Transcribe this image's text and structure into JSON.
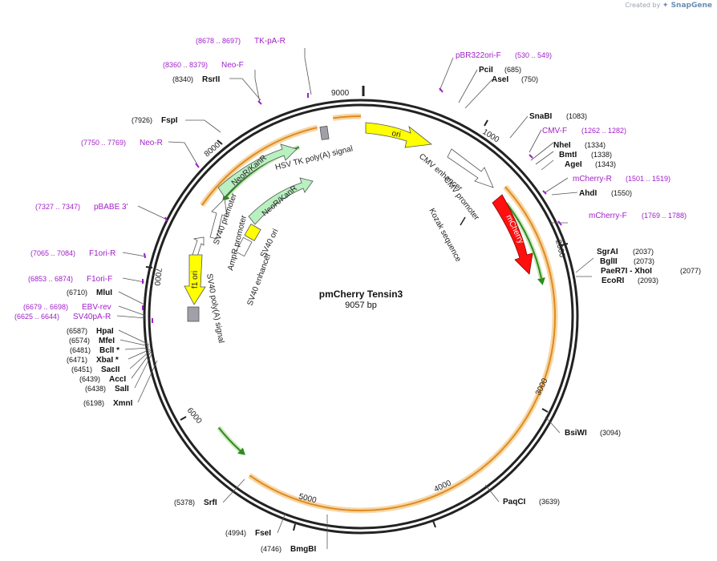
{
  "credit": {
    "prefix": "Created by",
    "brand": "SnapGene"
  },
  "plasmid": {
    "name": "pmCherry Tensin3",
    "length_label": "9057 bp",
    "total_bp": 9057
  },
  "colors": {
    "primer": "#a020c8",
    "site": "#000000",
    "backbone_orange": "#e08a1e",
    "orf_green": "#2e8b1e"
  },
  "ticks": [
    "1000",
    "2000",
    "3000",
    "4000",
    "5000",
    "6000",
    "7000",
    "8000",
    "9000"
  ],
  "features": [
    {
      "id": "ori",
      "label": "ori",
      "color": "#ffff00",
      "shape": "arrow"
    },
    {
      "id": "cmv-enhancer",
      "label": "CMV enhancer",
      "color": "#ffffff",
      "shape": "arrow"
    },
    {
      "id": "cmv-promoter",
      "label": "CMV promoter",
      "color": "#ffffff",
      "shape": "arrow"
    },
    {
      "id": "kozak",
      "label": "Kozak sequence",
      "color": "#000000",
      "shape": "line"
    },
    {
      "id": "mcherry",
      "label": "mCherry",
      "color": "#ff0000",
      "shape": "arrow"
    },
    {
      "id": "hsv-tk-polya",
      "label": "HSV TK poly(A) signal",
      "color": "#a0a0a8",
      "shape": "box"
    },
    {
      "id": "neokan-1",
      "label": "NeoR/KanR",
      "color": "#b8f0c0",
      "shape": "arrow"
    },
    {
      "id": "neokan-2",
      "label": "NeoR/KanR",
      "color": "#b8f0c0",
      "shape": "arrow"
    },
    {
      "id": "sv40-ori",
      "label": "SV40 ori",
      "color": "#ffff00",
      "shape": "box"
    },
    {
      "id": "sv40-enhancer",
      "label": "SV40 enhancer",
      "color": "#ffffff",
      "shape": "box"
    },
    {
      "id": "sv40-promoter",
      "label": "SV40 promoter",
      "color": "#ffffff",
      "shape": "arrow"
    },
    {
      "id": "ampr-promoter",
      "label": "AmpR promoter",
      "color": "#ffffff",
      "shape": "arrow"
    },
    {
      "id": "f1-ori",
      "label": "f1 ori",
      "color": "#ffff00",
      "shape": "arrow"
    },
    {
      "id": "sv40-polya",
      "label": "SV40 poly(A) signal",
      "color": "#a0a0a8",
      "shape": "box"
    }
  ],
  "sites": [
    {
      "name": "PciI",
      "pos": "(685)"
    },
    {
      "name": "AseI",
      "pos": "(750)"
    },
    {
      "name": "SnaBI",
      "pos": "(1083)"
    },
    {
      "name": "NheI",
      "pos": "(1334)"
    },
    {
      "name": "BmtI",
      "pos": "(1338)"
    },
    {
      "name": "AgeI",
      "pos": "(1343)"
    },
    {
      "name": "AhdI",
      "pos": "(1550)"
    },
    {
      "name": "SgrAI",
      "pos": "(2037)"
    },
    {
      "name": "BglII",
      "pos": "(2073)"
    },
    {
      "name": "PaeR7I - XhoI",
      "pos": "(2077)"
    },
    {
      "name": "EcoRI",
      "pos": "(2093)"
    },
    {
      "name": "BsiWI",
      "pos": "(3094)"
    },
    {
      "name": "PaqCI",
      "pos": "(3639)"
    },
    {
      "name": "SrfI",
      "pos": "(5378)"
    },
    {
      "name": "FseI",
      "pos": "(4994)"
    },
    {
      "name": "BmgBI",
      "pos": "(4746)"
    },
    {
      "name": "XmnI",
      "pos": "(6198)"
    },
    {
      "name": "SalI",
      "pos": "(6438)"
    },
    {
      "name": "AccI",
      "pos": "(6439)"
    },
    {
      "name": "SacII",
      "pos": "(6451)"
    },
    {
      "name": "XbaI *",
      "pos": "(6471)"
    },
    {
      "name": "BclI *",
      "pos": "(6481)"
    },
    {
      "name": "MfeI",
      "pos": "(6574)"
    },
    {
      "name": "HpaI",
      "pos": "(6587)"
    },
    {
      "name": "MluI",
      "pos": "(6710)"
    },
    {
      "name": "FspI",
      "pos": "(7926)"
    },
    {
      "name": "RsrII",
      "pos": "(8340)"
    }
  ],
  "primers": [
    {
      "name": "TK-pA-R",
      "range": "(8678 .. 8697)"
    },
    {
      "name": "Neo-F",
      "range": "(8360 .. 8379)"
    },
    {
      "name": "pBR322ori-F",
      "range": "(530 .. 549)"
    },
    {
      "name": "CMV-F",
      "range": "(1262 .. 1282)"
    },
    {
      "name": "mCherry-R",
      "range": "(1501 .. 1519)"
    },
    {
      "name": "mCherry-F",
      "range": "(1769 .. 1788)"
    },
    {
      "name": "Neo-R",
      "range": "(7750 .. 7769)"
    },
    {
      "name": "pBABE 3'",
      "range": "(7327 .. 7347)"
    },
    {
      "name": "F1ori-R",
      "range": "(7065 .. 7084)"
    },
    {
      "name": "F1ori-F",
      "range": "(6853 .. 6874)"
    },
    {
      "name": "EBV-rev",
      "range": "(6679 .. 6698)"
    },
    {
      "name": "SV40pA-R",
      "range": "(6625 .. 6644)"
    }
  ]
}
